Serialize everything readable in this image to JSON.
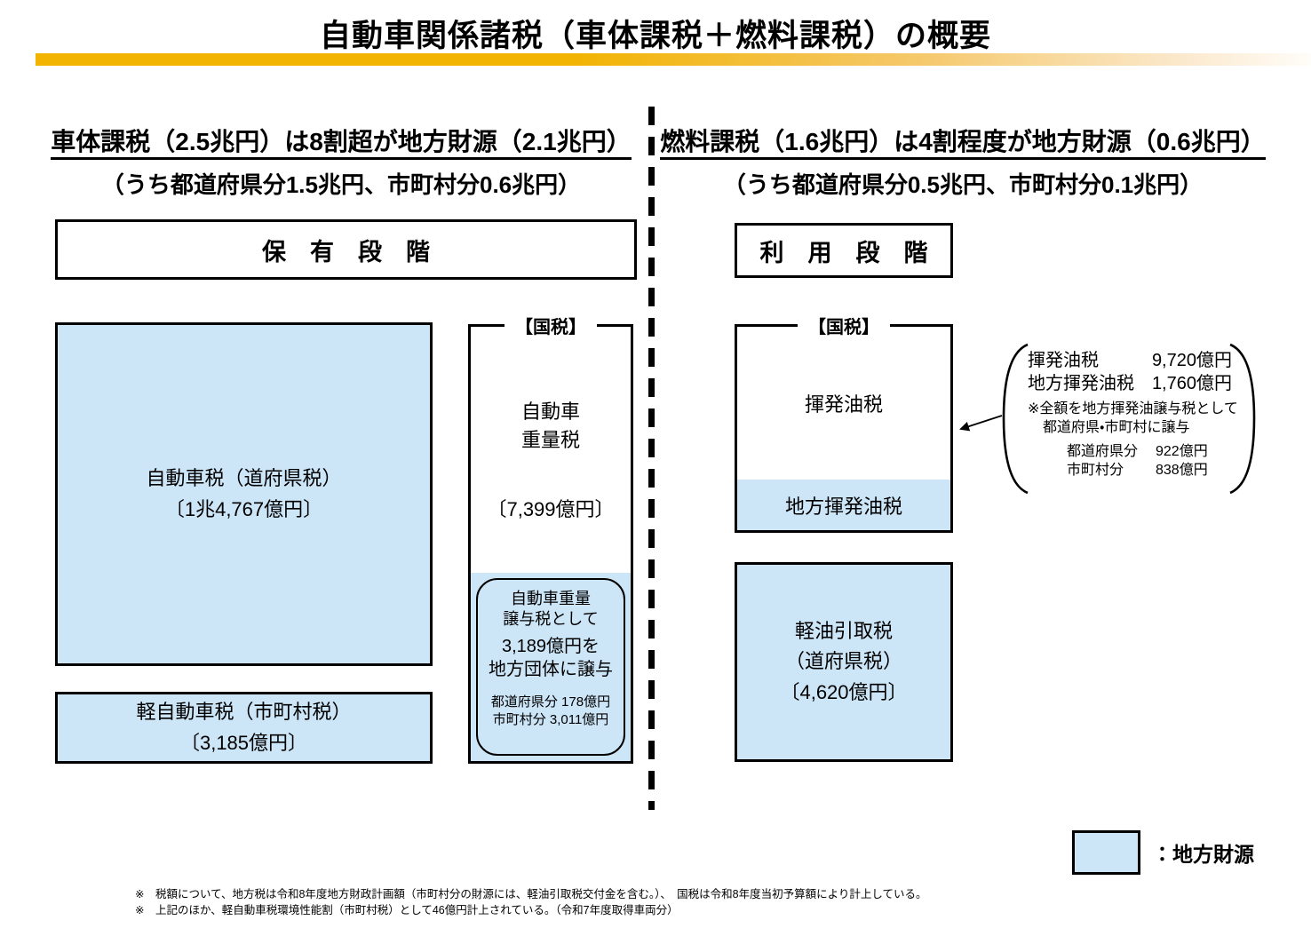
{
  "title": "自動車関係諸税（車体課税＋燃料課税）の概要",
  "colors": {
    "local_fill": "#cce5f7",
    "accent_bar": "#f2b301"
  },
  "vehicle_section": {
    "headline": "車体課税（2.5兆円）は8割超が地方財源（2.1兆円）",
    "subheadline": "（うち都道府県分1.5兆円、市町村分0.6兆円）",
    "stage": "保　有　段　階",
    "jidosha_tax": {
      "name": "自動車税（道府県税）",
      "amount": "〔1兆4,767億円〕"
    },
    "kei_jidosha_tax": {
      "name": "軽自動車税（市町村税）",
      "amount": "〔3,185億円〕"
    },
    "national_label": "【国税】",
    "tonnage_tax": {
      "name_line1": "自動車",
      "name_line2": "重量税",
      "amount": "〔7,399億円〕"
    },
    "transfer_box": {
      "line1": "自動車重量",
      "line2": "譲与税として",
      "line3": "3,189億円を",
      "line4": "地方団体に譲与",
      "pref_share": "都道府県分 178億円",
      "muni_share": "市町村分 3,011億円"
    }
  },
  "fuel_section": {
    "headline": "燃料課税（1.6兆円）は4割程度が地方財源（0.6兆円）",
    "subheadline": "（うち都道府県分0.5兆円、市町村分0.1兆円）",
    "stage": "利　用　段　階",
    "national_label": "【国税】",
    "gasoline_box": {
      "national": "揮発油税",
      "local": "地方揮発油税"
    },
    "annotation": {
      "rows": [
        {
          "label": "揮発油税",
          "value": "9,720億円"
        },
        {
          "label": "地方揮発油税",
          "value": "1,760億円"
        }
      ],
      "note_line1": "※全額を地方揮発油譲与税として",
      "note_line2": "都道府県・市町村に譲与",
      "breakdown": [
        {
          "label": "都道府県分",
          "value": "922億円"
        },
        {
          "label": "市町村分",
          "value": "838億円"
        }
      ]
    },
    "diesel_tax": {
      "line1": "軽油引取税",
      "line2": "（道府県税）",
      "line3": "〔4,620億円〕"
    }
  },
  "legend": {
    "label": "：地方財源"
  },
  "footnotes": [
    "※　税額について、地方税は令和8年度地方財政計画額（市町村分の財源には、軽油引取税交付金を含む。）、　国税は令和8年度当初予算額により計上している。",
    "※　上記のほか、軽自動車税環境性能割（市町村税）として46億円計上されている。（令和7年度取得車両分）"
  ]
}
